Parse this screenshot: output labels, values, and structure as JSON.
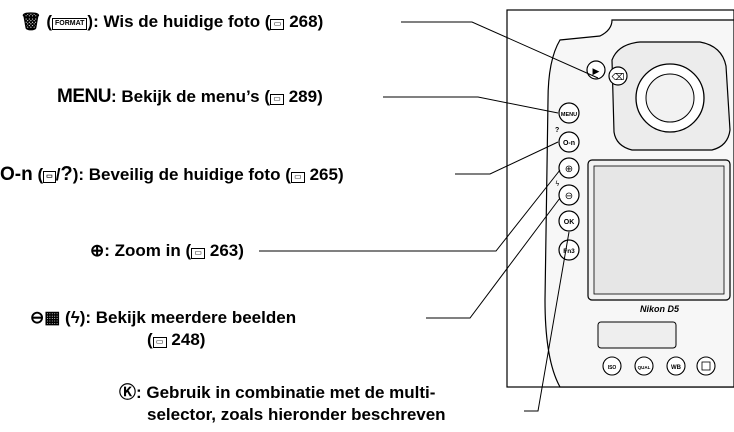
{
  "callouts": {
    "delete": {
      "icon": "trash-icon",
      "format_badge": "FORMAT",
      "text": ": Wis de huidige foto (",
      "ref": "268",
      "close": ")"
    },
    "menu": {
      "key": "MENU",
      "text": ": Bekijk de menu’s (",
      "ref": "289",
      "close": ")"
    },
    "protect": {
      "icon": "key-icon",
      "help_glyph": "?",
      "text": ": Beveilig de huidige foto (",
      "ref": "265",
      "close": ")"
    },
    "zoom_in": {
      "icon": "zoom-in-icon",
      "text": ": Zoom in (",
      "ref": "263",
      "close": ")"
    },
    "thumbnail": {
      "icon": "zoom-out-thumbnail-icon",
      "flash_glyph": "ϟ",
      "text": ": Bekijk meerdere beelden",
      "ref": "248"
    },
    "ok": {
      "icon": "ok-icon",
      "line1": ": Gebruik in combinatie met de multi-",
      "line2": "selector, zoals hieronder beschreven"
    }
  },
  "camera": {
    "brand": "Nikon",
    "model": "D5",
    "buttons": {
      "playback": "▶",
      "delete": "🗑",
      "menu": "MENU",
      "protect": "O-n",
      "zoom_in": "⊕",
      "zoom_out": "⊖",
      "ok": "OK",
      "fn": "Fn3",
      "bottom": [
        "ISO",
        "QUAL",
        "WB",
        "▦"
      ]
    }
  }
}
